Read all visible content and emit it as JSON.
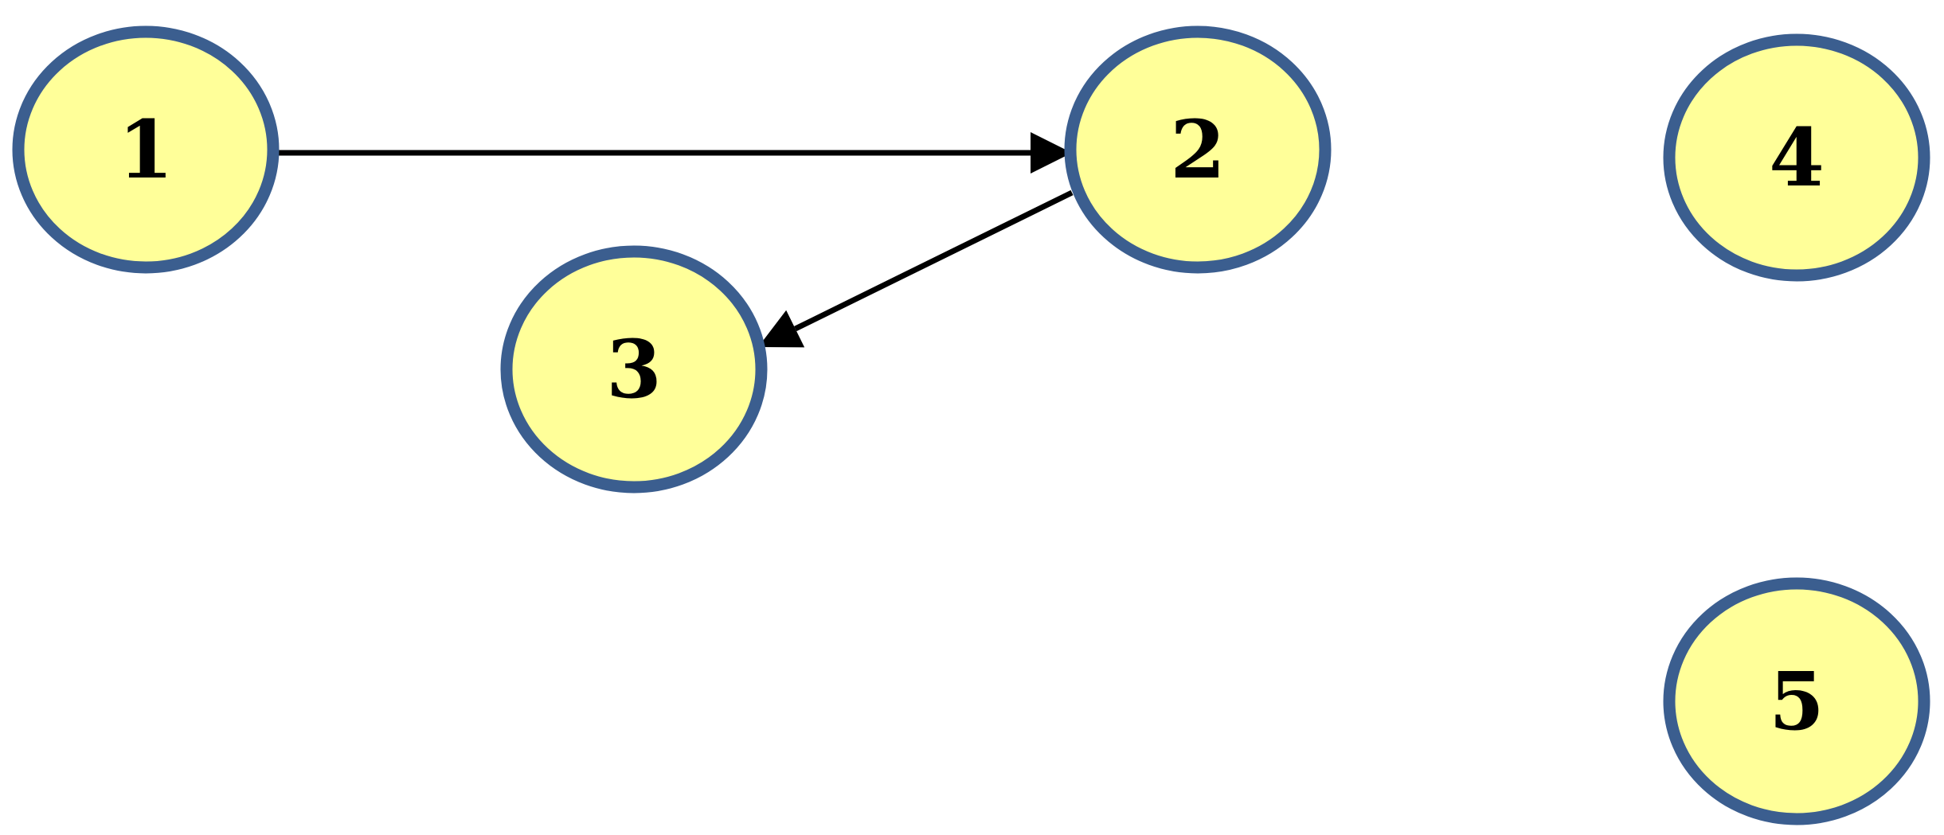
{
  "colors": {
    "node_fill": "#FFFF99",
    "node_stroke": "#3B5E8F",
    "edge": "#000000",
    "background": "#FFFFFF"
  },
  "nodes": [
    {
      "id": "1",
      "label": "1"
    },
    {
      "id": "2",
      "label": "2"
    },
    {
      "id": "3",
      "label": "3"
    },
    {
      "id": "4",
      "label": "4"
    },
    {
      "id": "5",
      "label": "5"
    }
  ],
  "edges": [
    {
      "from": "1",
      "to": "2"
    },
    {
      "from": "2",
      "to": "3"
    }
  ]
}
